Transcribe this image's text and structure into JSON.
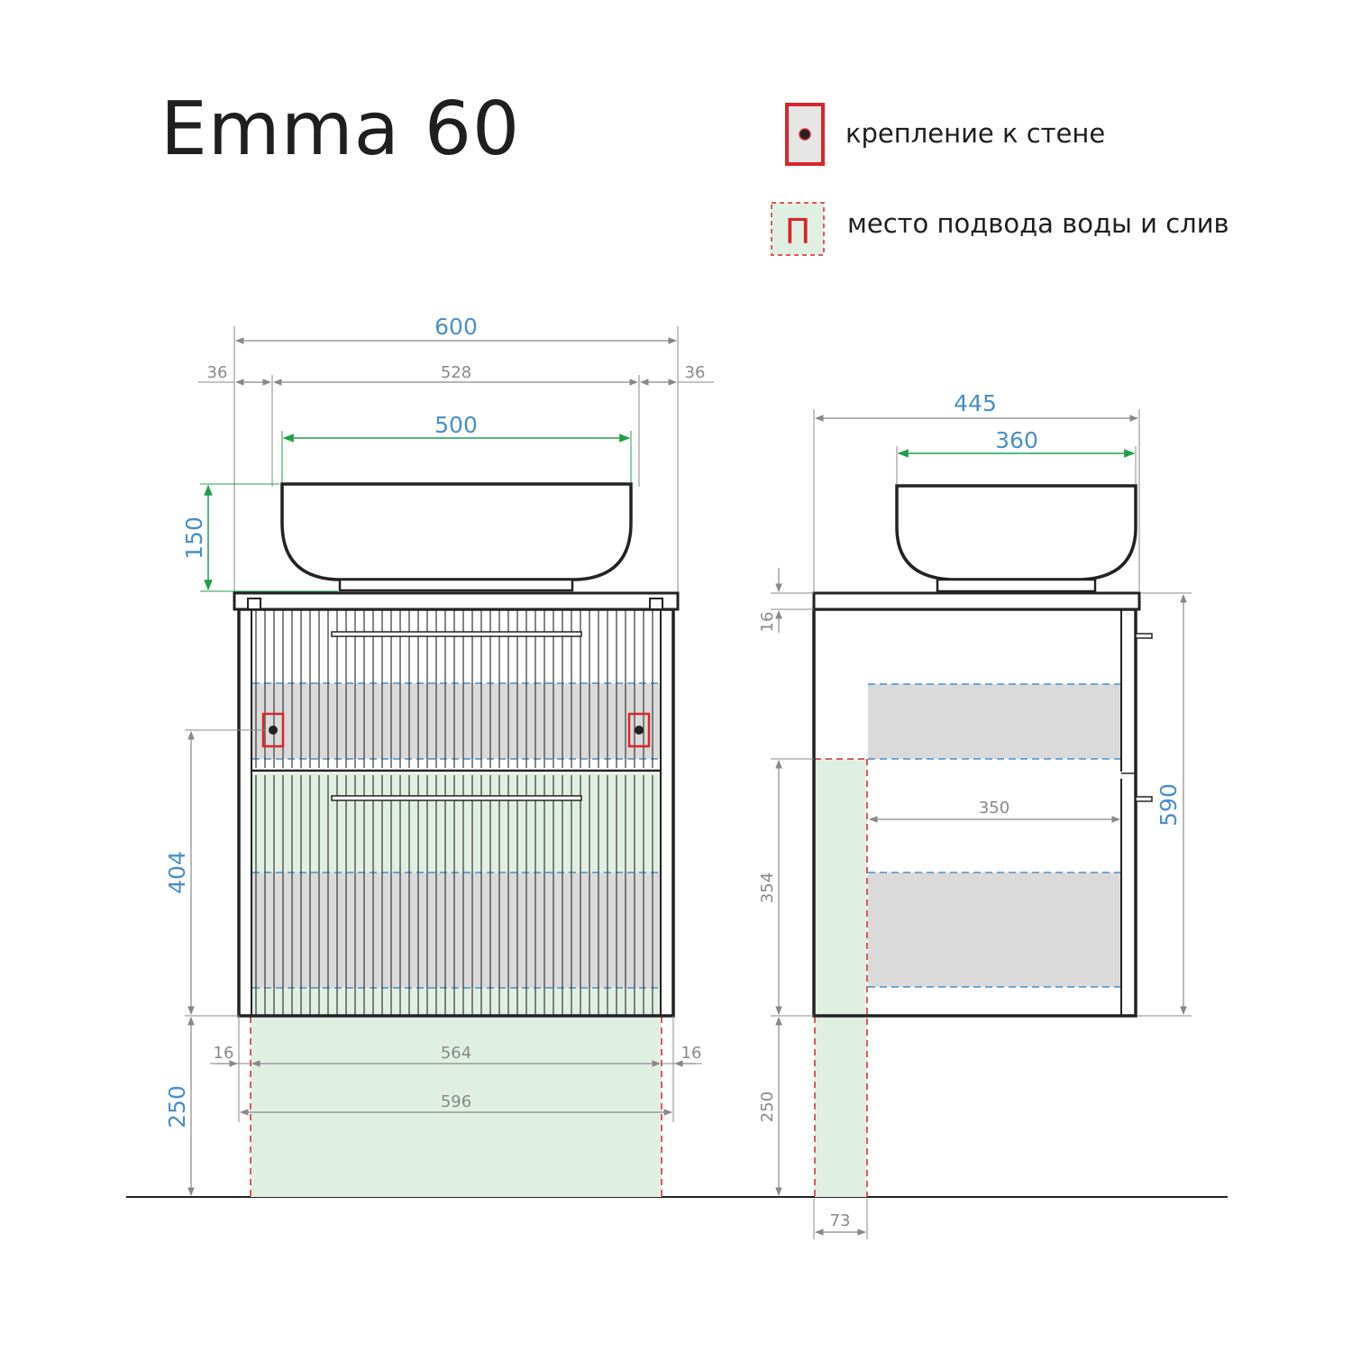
{
  "title": "Emma 60",
  "legend": {
    "wall_mount_label": "крепление к стене",
    "water_supply_label": "место подвода воды и слив",
    "water_supply_symbol": "П"
  },
  "colors": {
    "blue_dim": "#4a8fc7",
    "green_dim": "#1fa14a",
    "gray_dim": "#888888",
    "red_mark": "#d7262b",
    "green_zone": "#dff0e2",
    "gray_shelf": "#dadada",
    "outline": "#222222"
  },
  "front_view": {
    "overall_width": "600",
    "side_left": "36",
    "inner_width": "528",
    "side_right": "36",
    "basin_width": "500",
    "basin_height": "150",
    "mount_height": "404",
    "floor_gap": "250",
    "gap_left": "16",
    "bottom_inner": "564",
    "gap_right": "16",
    "bottom_outer": "596"
  },
  "side_view": {
    "depth": "445",
    "basin_depth": "360",
    "top_thickness": "16",
    "cabinet_height": "590",
    "shelf_depth": "350",
    "supply_height": "354",
    "floor_gap": "250",
    "supply_width": "73"
  }
}
